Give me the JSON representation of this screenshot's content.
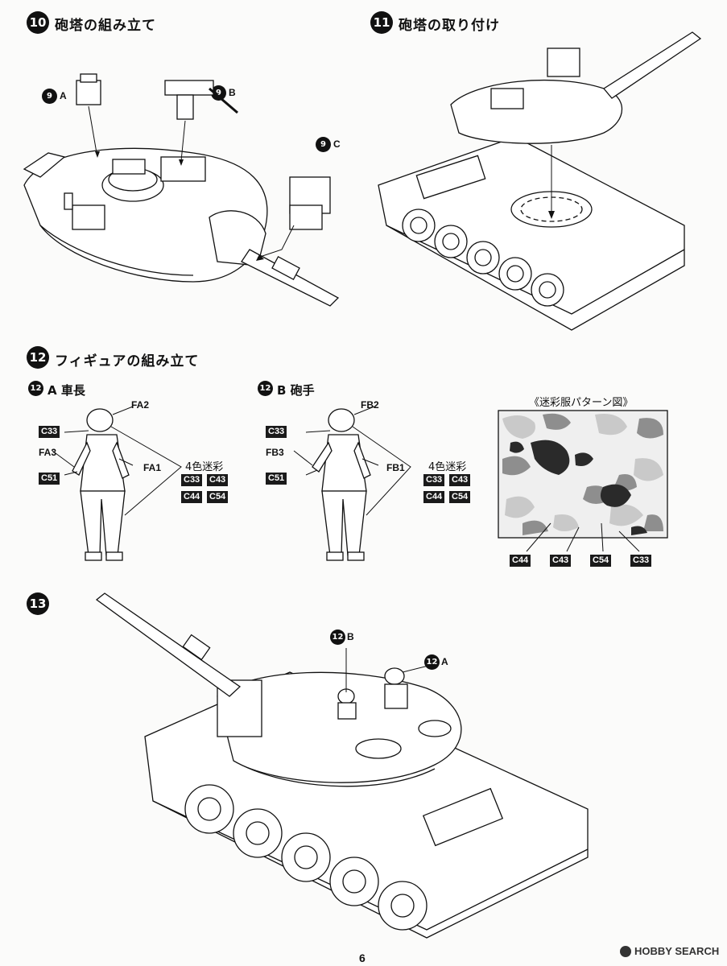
{
  "steps": {
    "s10": {
      "num": "10",
      "title": "砲塔の組み立て"
    },
    "s11": {
      "num": "11",
      "title": "砲塔の取り付け"
    },
    "s12": {
      "num": "12",
      "title": "フィギュアの組み立て"
    },
    "s13": {
      "num": "13"
    }
  },
  "step10_refs": {
    "a_num": "9",
    "a_letter": "A",
    "b_num": "9",
    "b_letter": "B",
    "c_num": "9",
    "c_letter": "C"
  },
  "figure_a": {
    "num": "12",
    "title": "A 車長",
    "labels": {
      "fa2": "FA2",
      "fa3": "FA3",
      "fa1": "FA1"
    },
    "color_codes": {
      "helmet": "C33",
      "hand": "C51"
    },
    "camo_label": "4色迷彩",
    "camo_codes": [
      "C33",
      "C43",
      "C44",
      "C54"
    ]
  },
  "figure_b": {
    "num": "12",
    "title": "B 砲手",
    "labels": {
      "fb2": "FB2",
      "fb3": "FB3",
      "fb1": "FB1"
    },
    "color_codes": {
      "helmet": "C33",
      "hand": "C51"
    },
    "camo_label": "4色迷彩",
    "camo_codes": [
      "C33",
      "C43",
      "C44",
      "C54"
    ]
  },
  "camo_pattern": {
    "title": "《迷彩服パターン図》",
    "codes": [
      "C44",
      "C43",
      "C54",
      "C33"
    ],
    "colors": {
      "base": "#efefef",
      "c44": "#c9c9c9",
      "c43": "#8e8e8e",
      "c54": "#2a2a2a"
    }
  },
  "step13_refs": {
    "b_num": "12",
    "b_letter": "B",
    "a_num": "12",
    "a_letter": "A"
  },
  "footer": {
    "logo": "HOBBY SEARCH",
    "page": "6"
  }
}
